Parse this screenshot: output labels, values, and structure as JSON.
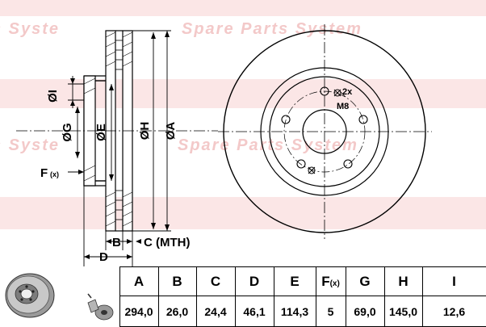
{
  "watermark": {
    "line1": "Spare Parts System",
    "line2": "Spare Parts System",
    "color": "#f6d0d0"
  },
  "side_view": {
    "labels": {
      "I": "ØI",
      "G": "ØG",
      "E": "ØE",
      "H": "ØH",
      "A": "ØA",
      "F": "F",
      "F_sub": "(x)",
      "B": "B",
      "C": "C (MTH)",
      "D": "D"
    }
  },
  "front_view": {
    "bolt_note_count": "2x",
    "bolt_note_size": "M8",
    "bolt_holes": 5
  },
  "table": {
    "headers": [
      "A",
      "B",
      "C",
      "D",
      "E",
      "F",
      "G",
      "H",
      "I"
    ],
    "f_sub": "(x)",
    "values": [
      "294,0",
      "26,0",
      "24,4",
      "46,1",
      "114,3",
      "5",
      "69,0",
      "145,0",
      "12,6"
    ]
  },
  "colors": {
    "line": "#000000",
    "watermark": "#f6d0d0"
  }
}
